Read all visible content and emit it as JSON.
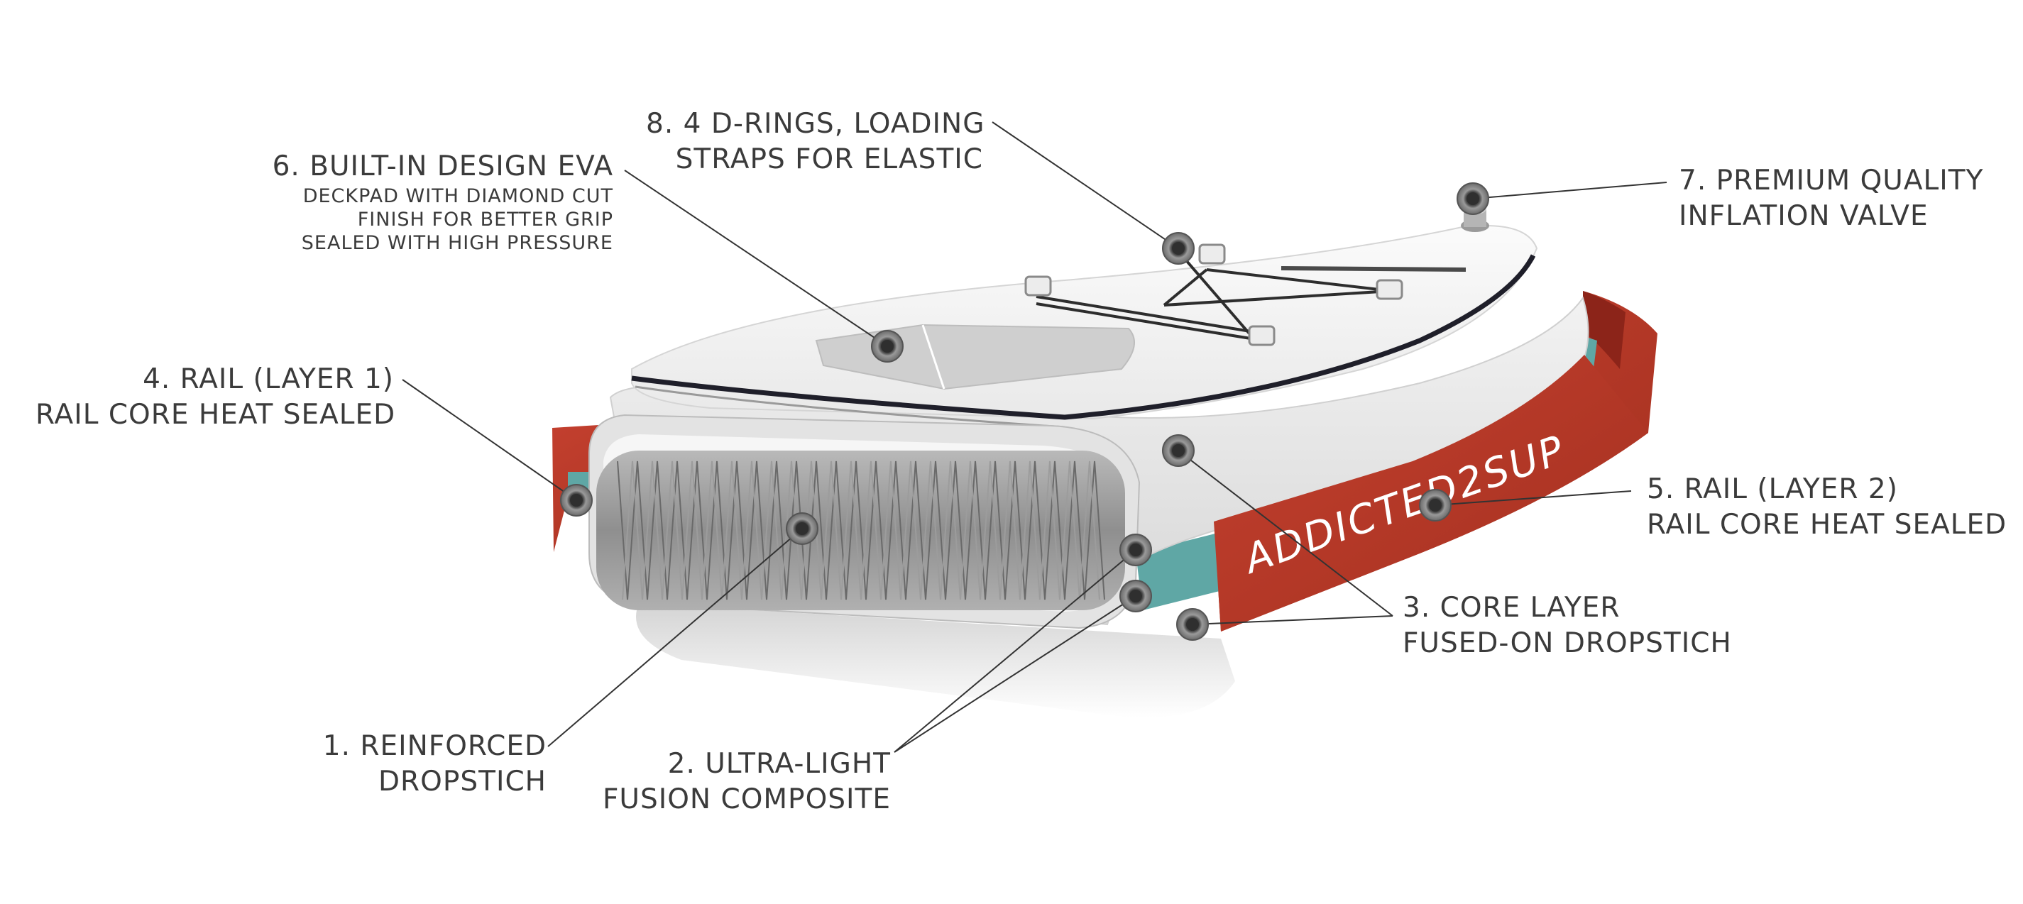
{
  "brand": {
    "logo_text": "ADDICTED2SUP",
    "colors": {
      "rail": "#b8382c",
      "core": "#5fa7a5",
      "board": "#f4f4f4",
      "text": "#3b3b3b"
    }
  },
  "callouts": [
    {
      "id": "reinforced-dropstich",
      "heading": [
        "1. REINFORCED",
        "DROPSTICH"
      ]
    },
    {
      "id": "ultra-light-fusion-composite",
      "heading": [
        "2. ULTRA-LIGHT",
        "FUSION COMPOSITE"
      ]
    },
    {
      "id": "core-layer",
      "heading": [
        "3. CORE LAYER",
        "FUSED-ON DROPSTICH"
      ]
    },
    {
      "id": "rail-layer-1",
      "heading": [
        "4. RAIL (LAYER 1)",
        "RAIL CORE HEAT SEALED"
      ]
    },
    {
      "id": "rail-layer-2",
      "heading": [
        "5. RAIL (LAYER 2)",
        "RAIL CORE HEAT SEALED"
      ]
    },
    {
      "id": "eva-deckpad",
      "heading": [
        "6. BUILT-IN DESIGN EVA"
      ],
      "detail": [
        "DECKPAD WITH DIAMOND CUT",
        "FINISH  FOR BETTER GRIP",
        "SEALED WITH HIGH PRESSURE"
      ]
    },
    {
      "id": "inflation-valve",
      "heading": [
        "7. PREMIUM QUALITY",
        "INFLATION VALVE"
      ]
    },
    {
      "id": "d-rings",
      "heading": [
        "8. 4 D-RINGS, LOADING",
        "STRAPS FOR ELASTIC"
      ]
    }
  ]
}
